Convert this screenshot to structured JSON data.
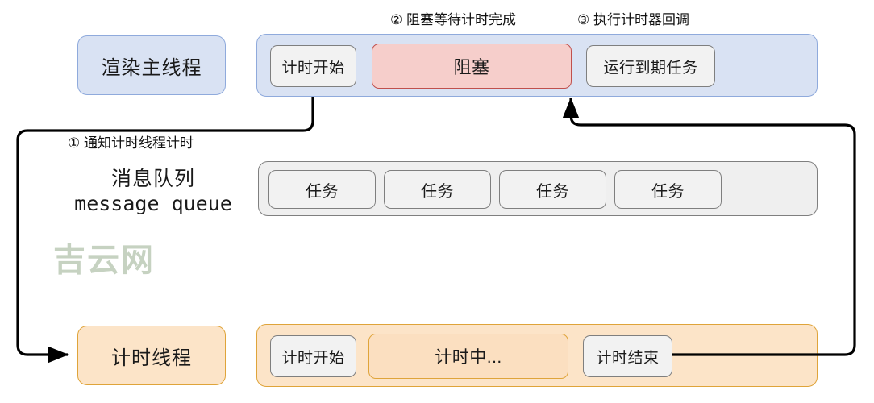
{
  "diagram": {
    "title": "Timer thread / render main thread sequence",
    "colors": {
      "blue_fill": "#d9e2f3",
      "blue_border": "#8faadc",
      "orange_fill": "#fce4c8",
      "orange_border": "#dfa43a",
      "gray_fill": "#efefef",
      "gray_border": "#7f7f7f",
      "red_fill": "#f6cecb",
      "red_border": "#c0504d",
      "chip_gray_fill": "#f2f2f2",
      "watermark": "#c6d2c1",
      "arrow": "#000000"
    }
  },
  "captions": {
    "step1": "① 通知计时线程计时",
    "step2": "② 阻塞等待计时完成",
    "step3": "③ 执行计时器回调"
  },
  "lanes": {
    "main_thread": {
      "label": "渲染主线程",
      "chips": [
        {
          "text": "计时开始",
          "style": "gray"
        },
        {
          "text": "阻塞",
          "style": "red"
        },
        {
          "text": "运行到期任务",
          "style": "gray"
        }
      ]
    },
    "message_queue": {
      "label_cn": "消息队列",
      "label_en": "message queue",
      "chips": [
        {
          "text": "任务"
        },
        {
          "text": "任务"
        },
        {
          "text": "任务"
        },
        {
          "text": "任务"
        }
      ]
    },
    "timer_thread": {
      "label": "计时线程",
      "chips": [
        {
          "text": "计时开始",
          "style": "gray"
        },
        {
          "text": "计时中...",
          "style": "orange"
        },
        {
          "text": "计时结束",
          "style": "gray"
        }
      ]
    }
  },
  "watermark": {
    "text": "吉云网"
  }
}
